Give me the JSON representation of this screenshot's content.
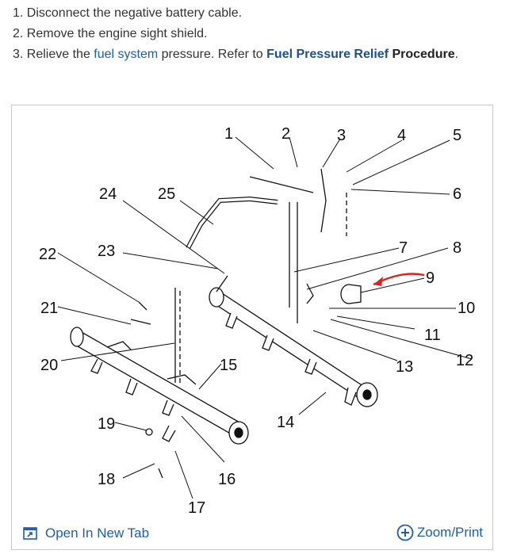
{
  "steps": {
    "step1": "1. Disconnect the negative battery cable.",
    "step2": "2. Remove the engine sight shield.",
    "step3_prefix": "3. Relieve the ",
    "step3_link": "fuel system",
    "step3_mid": " pressure. Refer to ",
    "step3_link2": "Fuel Pressure Relief",
    "step3_suffix_bold": " Procedure",
    "step3_end": "."
  },
  "diagram": {
    "callouts": [
      "1",
      "2",
      "3",
      "4",
      "5",
      "6",
      "7",
      "8",
      "9",
      "10",
      "11",
      "12",
      "13",
      "14",
      "15",
      "16",
      "17",
      "18",
      "19",
      "20",
      "21",
      "22",
      "23",
      "24",
      "25"
    ],
    "highlight_color": "#e0201a"
  },
  "footer": {
    "open_tab_label": "Open In New Tab",
    "zoom_label": "Zoom/Print",
    "open_tab_icon": "open-new-tab-icon",
    "zoom_icon": "plus-circle-icon"
  },
  "colors": {
    "link": "#1f5ea8",
    "text": "#333333",
    "border": "#c8c8c8"
  }
}
